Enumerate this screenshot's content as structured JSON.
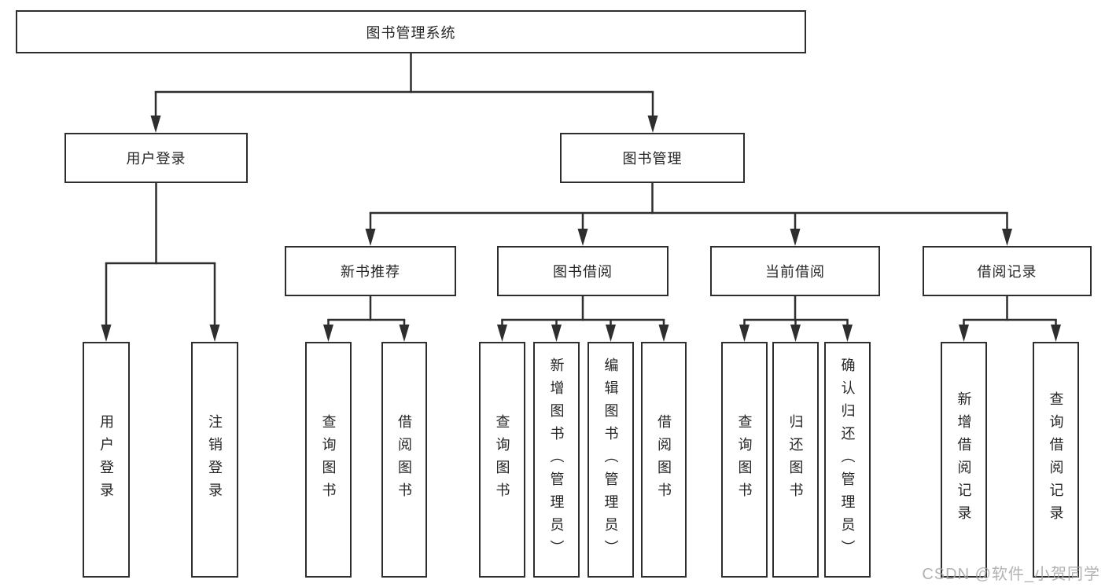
{
  "diagram": {
    "root": {
      "label": "图书管理系统"
    },
    "branches": [
      {
        "label": "用户登录",
        "children": [
          {
            "label": "用户登录"
          },
          {
            "label": "注销登录"
          }
        ]
      },
      {
        "label": "图书管理",
        "sections": [
          {
            "label": "新书推荐",
            "children": [
              {
                "label": "查询图书"
              },
              {
                "label": "借阅图书"
              }
            ]
          },
          {
            "label": "图书借阅",
            "children": [
              {
                "label": "查询图书"
              },
              {
                "label": "新增图书（管理员）"
              },
              {
                "label": "编辑图书（管理员）"
              },
              {
                "label": "借阅图书"
              }
            ]
          },
          {
            "label": "当前借阅",
            "children": [
              {
                "label": "查询图书"
              },
              {
                "label": "归还图书"
              },
              {
                "label": "确认归还（管理员）"
              }
            ]
          },
          {
            "label": "借阅记录",
            "children": [
              {
                "label": "新增借阅记录"
              },
              {
                "label": "查询借阅记录"
              }
            ]
          }
        ]
      }
    ]
  },
  "watermark": {
    "text": "CSDN @软件_小贺同学"
  },
  "colors": {
    "line": "#2e2e2e",
    "text": "#262626",
    "box_background": "#ffffff",
    "watermark": "#a5a5a5"
  }
}
